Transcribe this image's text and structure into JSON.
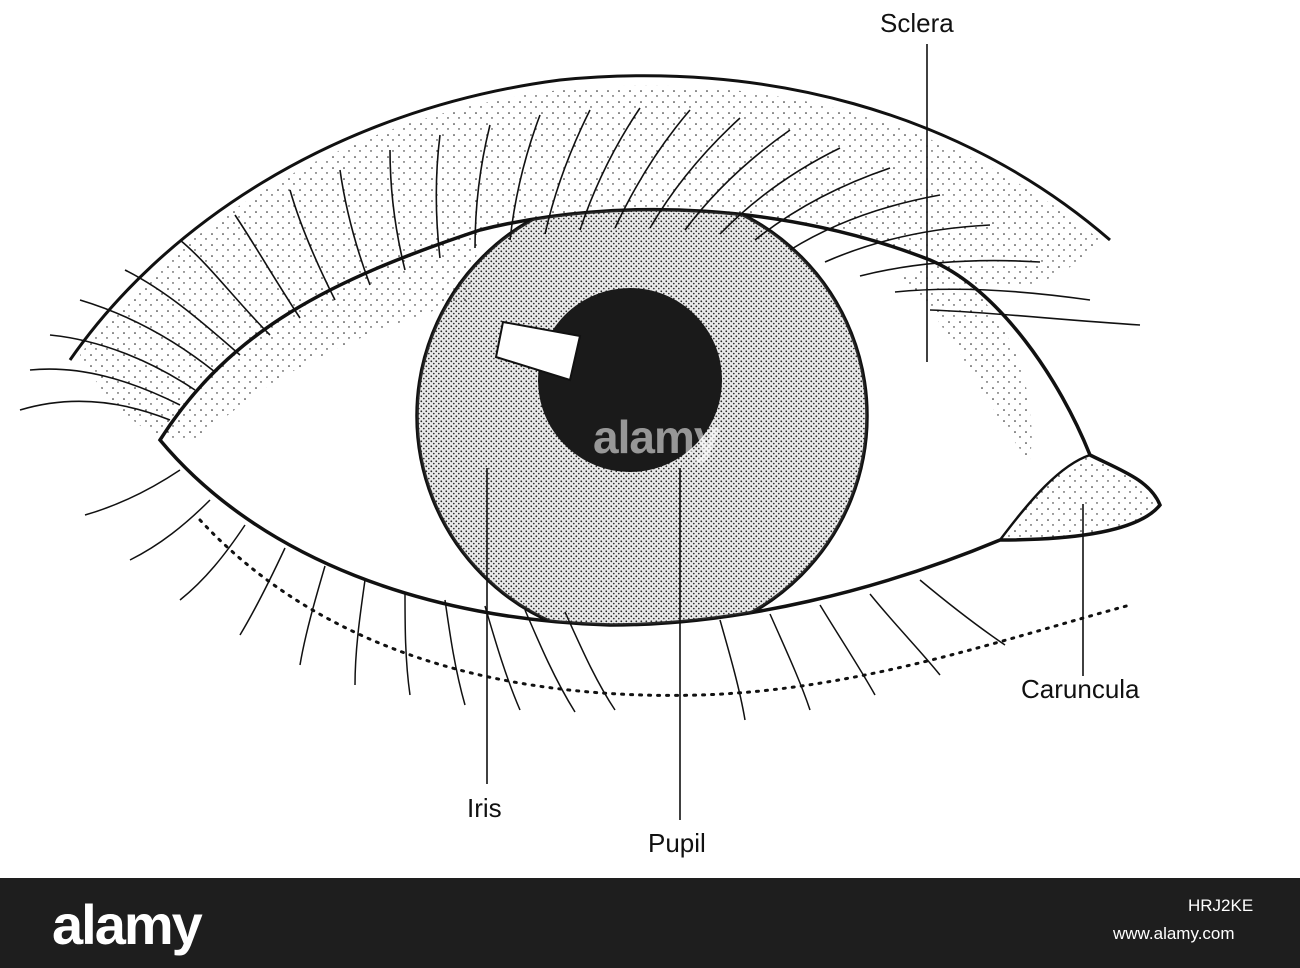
{
  "labels": {
    "sclera": "Sclera",
    "caruncula": "Caruncula",
    "iris": "Iris",
    "pupil": "Pupil"
  },
  "watermark": "alamy",
  "footer": {
    "logo": "alamy",
    "image_id": "HRJ2KE",
    "url": "www.alamy.com"
  },
  "colors": {
    "ink": "#111111",
    "pupil": "#1a1a1a",
    "iris_fill": "#8c8c8c",
    "background": "#ffffff",
    "footer_bg": "#1e1e1e"
  }
}
